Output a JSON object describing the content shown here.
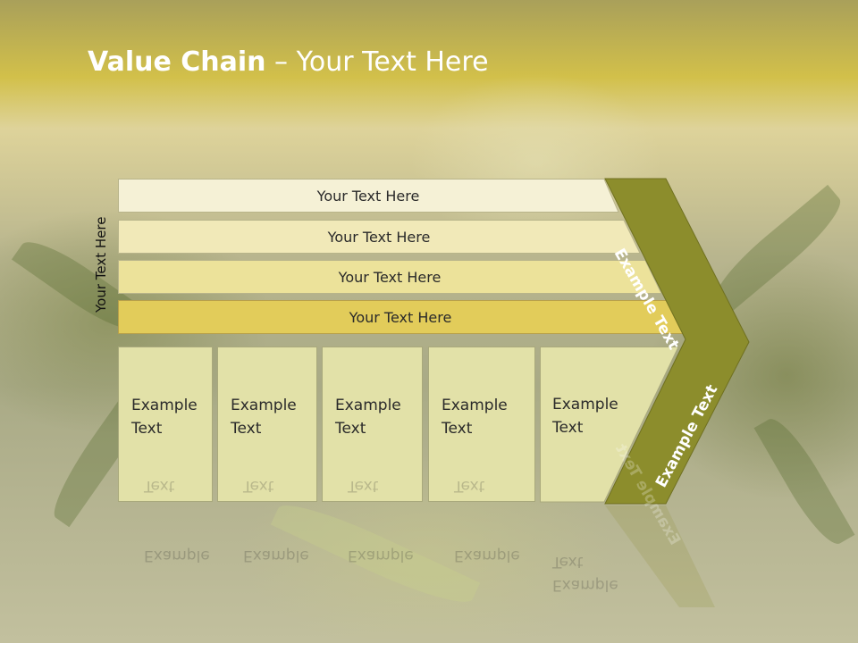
{
  "title": {
    "bold": "Value Chain",
    "rest": " – Your Text Here"
  },
  "side_label": "Your Text Here",
  "bars": [
    {
      "label": "Your Text Here",
      "color": "#f5f1d6"
    },
    {
      "label": "Your Text Here",
      "color": "#f1e9b8"
    },
    {
      "label": "Your Text Here",
      "color": "#ece29a"
    },
    {
      "label": "Your Text Here",
      "color": "#e2cc5a"
    }
  ],
  "columns": [
    {
      "line1": "Example",
      "line2": "Text"
    },
    {
      "line1": "Example",
      "line2": "Text"
    },
    {
      "line1": "Example",
      "line2": "Text"
    },
    {
      "line1": "Example",
      "line2": "Text"
    },
    {
      "line1": "Example",
      "line2": "Text"
    }
  ],
  "chevron": {
    "top_text": "Example Text",
    "bottom_text": "Example Text",
    "color": "#8c8d2c"
  }
}
